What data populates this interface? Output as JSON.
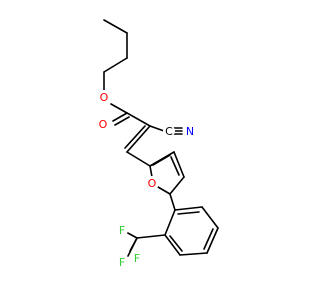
{
  "molecule": {
    "atoms": [
      {
        "label": "O",
        "color": "#ff0000"
      },
      {
        "label": "O",
        "color": "#ff0000"
      },
      {
        "label": "C",
        "color": "#000000"
      },
      {
        "label": "N",
        "color": "#0000ff"
      },
      {
        "label": "O",
        "color": "#ff0000"
      },
      {
        "label": "F",
        "color": "#33cc33"
      },
      {
        "label": "F",
        "color": "#33cc33"
      },
      {
        "label": "F",
        "color": "#33cc33"
      }
    ]
  }
}
